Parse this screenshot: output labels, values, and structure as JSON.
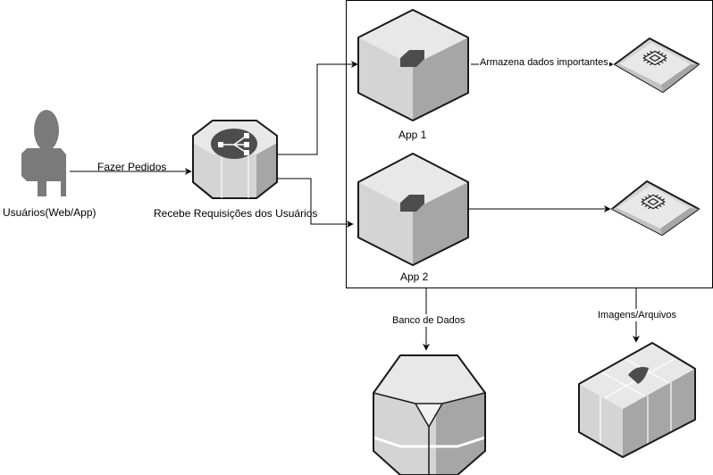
{
  "nodes": {
    "users": {
      "label": "Usuários(Web/App)",
      "icon": "user-icon"
    },
    "load_balancer": {
      "label": "Recebe Requisições dos Usuários",
      "icon": "load-balancer-icon"
    },
    "app1": {
      "label": "App 1",
      "icon": "server-cube-icon"
    },
    "app2": {
      "label": "App 2",
      "icon": "server-cube-icon"
    },
    "cache1": {
      "icon": "memory-chip-icon"
    },
    "cache2": {
      "icon": "memory-chip-icon"
    },
    "database": {
      "icon": "database-octagon-icon"
    },
    "storage": {
      "icon": "storage-bucket-icon"
    }
  },
  "edges": {
    "users_to_lb": "Fazer Pedidos",
    "app1_to_cache": "Armazena dados importantes",
    "group_to_db": "Banco de Dados",
    "group_to_storage": "Imagens/Arquivos"
  },
  "colors": {
    "top_face": "#e8e8e8",
    "left_face": "#d4d4d4",
    "right_face": "#a6a6a6",
    "emblem": "#4d4d4d",
    "outline": "#1a1a1a",
    "user": "#7a7a7a"
  }
}
